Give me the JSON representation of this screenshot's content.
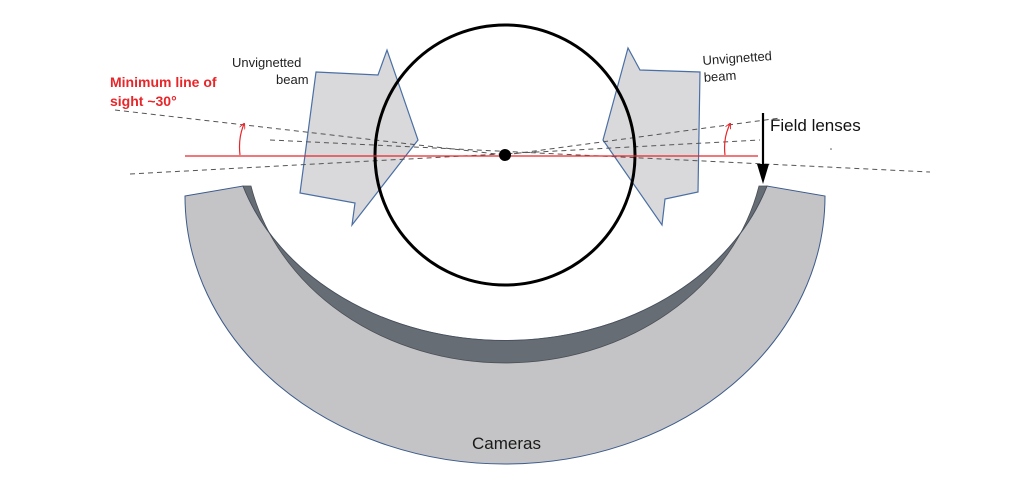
{
  "labels": {
    "unvignetted_left_line1": "Unvignetted",
    "unvignetted_left_line2": "beam",
    "unvignetted_right_line1": "Unvignetted",
    "unvignetted_right_line2": "beam",
    "min_sight_line1": "Minimum line of",
    "min_sight_line2": "sight ~30°",
    "field_lenses": "Field lenses",
    "cameras": "Cameras"
  },
  "colors": {
    "red_line": "#e8262a",
    "beam_fill": "#d9d9db",
    "beam_stroke": "#4a6fa5",
    "camera_fill": "#c4c4c6",
    "camera_stroke": "#3b5a8c",
    "lens_fill": "#666d75",
    "circle_stroke": "#000000",
    "dashed_line": "#555555"
  },
  "icons": {
    "arrow": "down-arrow-icon",
    "angle_arc": "arc-arrow-icon"
  }
}
